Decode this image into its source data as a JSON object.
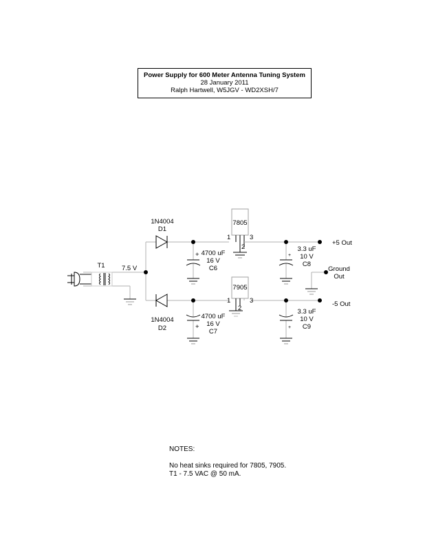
{
  "title_block": {
    "title": "Power Supply for 600 Meter Antenna Tuning System",
    "date": "28 January 2011",
    "author": "Ralph Hartwell, W5JGV - WD2XSH/7"
  },
  "schematic": {
    "transformer": {
      "ref": "T1",
      "secondary_voltage": "7.5 V"
    },
    "diodes": [
      {
        "ref": "D1",
        "part": "1N4004"
      },
      {
        "ref": "D2",
        "part": "1N4004"
      }
    ],
    "capacitors": [
      {
        "ref": "C6",
        "value": "4700 uF",
        "voltage": "16 V",
        "polarity": "+"
      },
      {
        "ref": "C7",
        "value": "4700 uF",
        "voltage": "16 V",
        "polarity": "+"
      },
      {
        "ref": "C8",
        "value": "3.3 uF",
        "voltage": "10 V",
        "polarity": "+"
      },
      {
        "ref": "C9",
        "value": "3.3 uF",
        "voltage": "10 V",
        "polarity": "+"
      }
    ],
    "regulators": [
      {
        "part": "7805",
        "pins": [
          "1",
          "2",
          "3"
        ]
      },
      {
        "part": "7905",
        "pins": [
          "1",
          "2",
          "3"
        ]
      }
    ],
    "outputs": {
      "positive": "+5 Out",
      "negative": "-5 Out",
      "ground_line1": "Ground",
      "ground_line2": "Out"
    }
  },
  "notes": {
    "heading": "NOTES:",
    "lines": [
      "No heat sinks required for 7805, 7905.",
      "T1 - 7.5 VAC @ 50 mA."
    ]
  },
  "colors": {
    "wire": "#b0b0b0",
    "component": "#000000",
    "part_box": "#a0a0a0"
  }
}
